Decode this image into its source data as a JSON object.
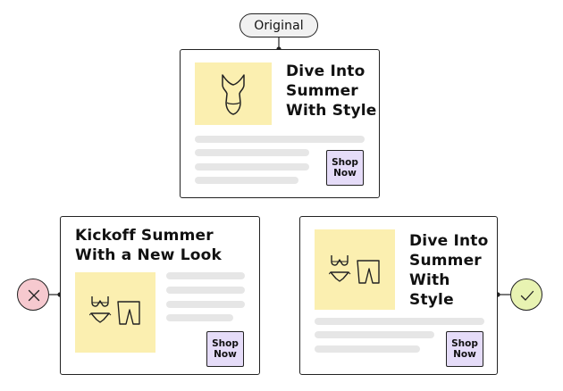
{
  "original": {
    "label": "Original",
    "title": "Dive Into\nSummer\nWith Style",
    "cta": "Shop\nNow",
    "icon": "swimsuit-icon"
  },
  "variant_a": {
    "title": "Kickoff Summer\nWith a New Look",
    "cta": "Shop\nNow",
    "icon": "bikini-shorts-icon",
    "status": "rejected",
    "status_icon": "x-icon",
    "status_color": "#f6c9cf"
  },
  "variant_b": {
    "title": "Dive Into\nSummer\nWith Style",
    "cta": "Shop\nNow",
    "icon": "bikini-shorts-icon",
    "status": "approved",
    "status_icon": "check-icon",
    "status_color": "#e8f3b2"
  },
  "colors": {
    "image_tile": "#fbefb0",
    "button": "#e5dcf8",
    "placeholder_line": "#e6e6e6"
  }
}
